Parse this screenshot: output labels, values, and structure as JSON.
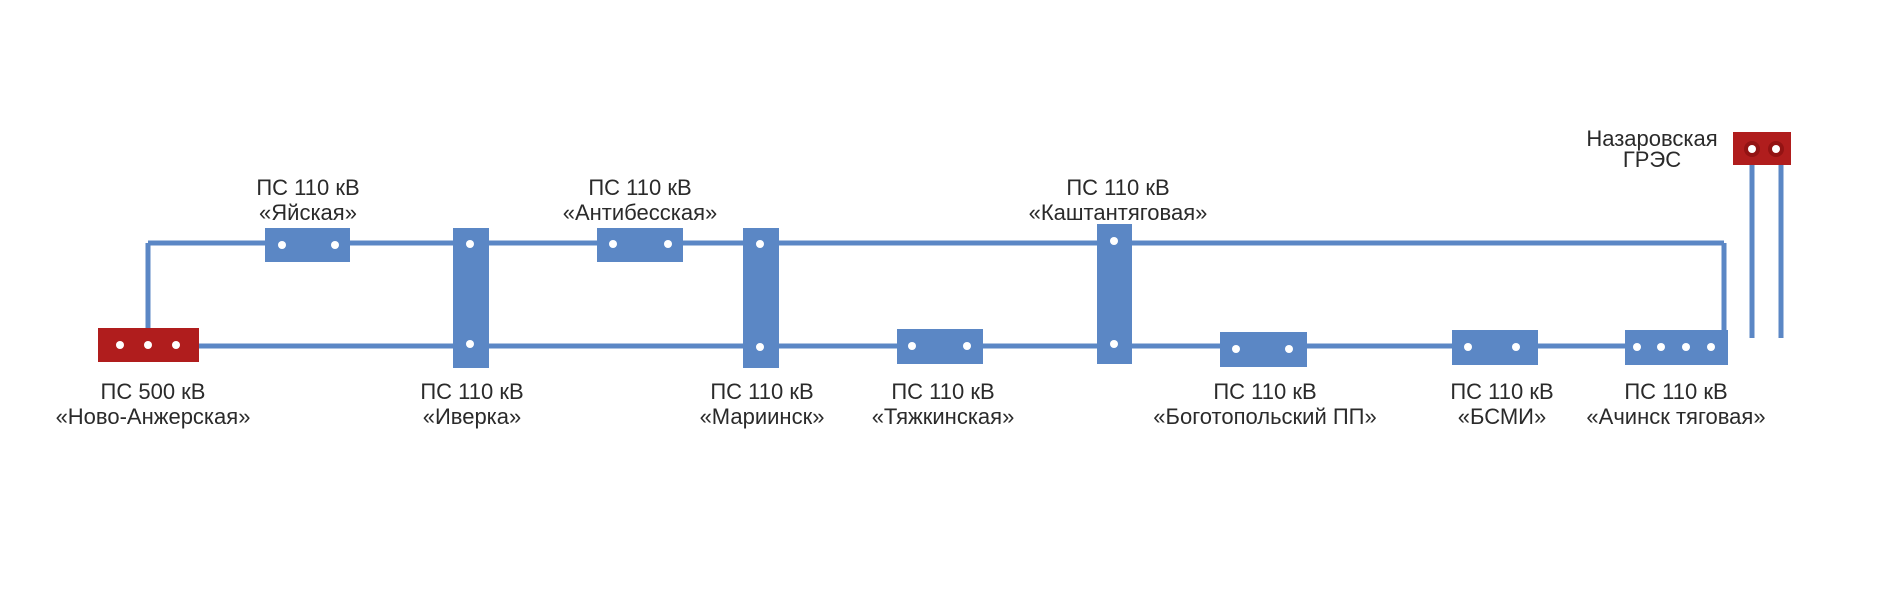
{
  "colors": {
    "line": "#5b87c5",
    "substation_110": "#5b87c5",
    "source": "#b01d1d",
    "source_dot_ring": "#931313",
    "dot": "#ffffff",
    "text": "#2a2a2a"
  },
  "substations": [
    {
      "id": "novo-anzherskaya",
      "voltage": "ПС 500 кВ",
      "name": "«Ново-Анжерская»",
      "type": "source"
    },
    {
      "id": "yayskaya",
      "voltage": "ПС 110 кВ",
      "name": "«Яйская»",
      "type": "110"
    },
    {
      "id": "iverka",
      "voltage": "ПС 110 кВ",
      "name": "«Иверка»",
      "type": "110"
    },
    {
      "id": "antibesskaya",
      "voltage": "ПС 110 кВ",
      "name": "«Антибесская»",
      "type": "110"
    },
    {
      "id": "mariinsk",
      "voltage": "ПС 110 кВ",
      "name": "«Мариинск»",
      "type": "110"
    },
    {
      "id": "tyazhkinskaya",
      "voltage": "ПС 110 кВ",
      "name": "«Тяжкинская»",
      "type": "110"
    },
    {
      "id": "kashtantyagovaya",
      "voltage": "ПС 110 кВ",
      "name": "«Каштантяговая»",
      "type": "110"
    },
    {
      "id": "bogotopolsky",
      "voltage": "ПС 110 кВ",
      "name": "«Боготопольский ПП»",
      "type": "110"
    },
    {
      "id": "bsmi",
      "voltage": "ПС 110 кВ",
      "name": "«БСМИ»",
      "type": "110"
    },
    {
      "id": "achinsk",
      "voltage": "ПС 110 кВ",
      "name": "«Ачинск тяговая»",
      "type": "110"
    }
  ],
  "power_plant": {
    "line1": "Назаровская",
    "line2": "ГРЭС",
    "type": "source"
  }
}
